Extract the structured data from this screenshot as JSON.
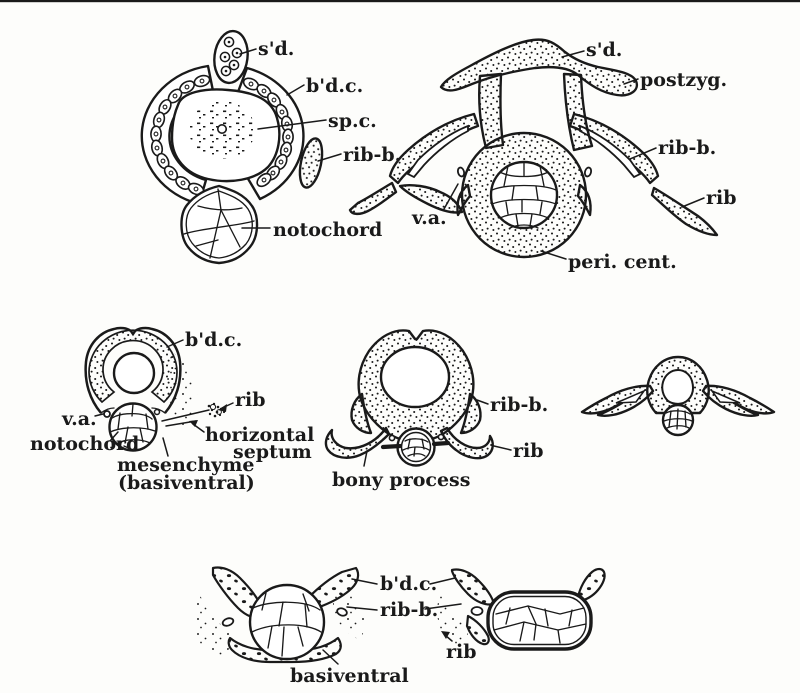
{
  "colors": {
    "ink": "#1a1a1a",
    "paper": "#fdfdfb"
  },
  "labels": {
    "a": {
      "sd": "s'd.",
      "bdc": "b'd.c.",
      "spc": "sp.c.",
      "ribb": "rib-b.",
      "notochord": "notochord"
    },
    "b": {
      "sd": "s'd.",
      "postzyg": "postzyg.",
      "ribb": "rib-b.",
      "rib": "rib",
      "va": "v.a.",
      "pericent": "peri. cent."
    },
    "c": {
      "bdc": "b'd.c.",
      "va": "v.a.",
      "notochord": "notochord",
      "mesenchyme_1": "mesenchyme",
      "mesenchyme_2": "(basiventral)",
      "septum_1": "horizontal",
      "septum_2": "septum",
      "rib": "rib"
    },
    "d": {
      "ribb": "rib-b.",
      "rib": "rib",
      "bony_process": "bony process"
    },
    "f": {
      "basiventral": "basiventral"
    },
    "fg": {
      "bdc": "b'd.c.",
      "ribb": "rib-b."
    },
    "g": {
      "rib": "rib"
    }
  }
}
